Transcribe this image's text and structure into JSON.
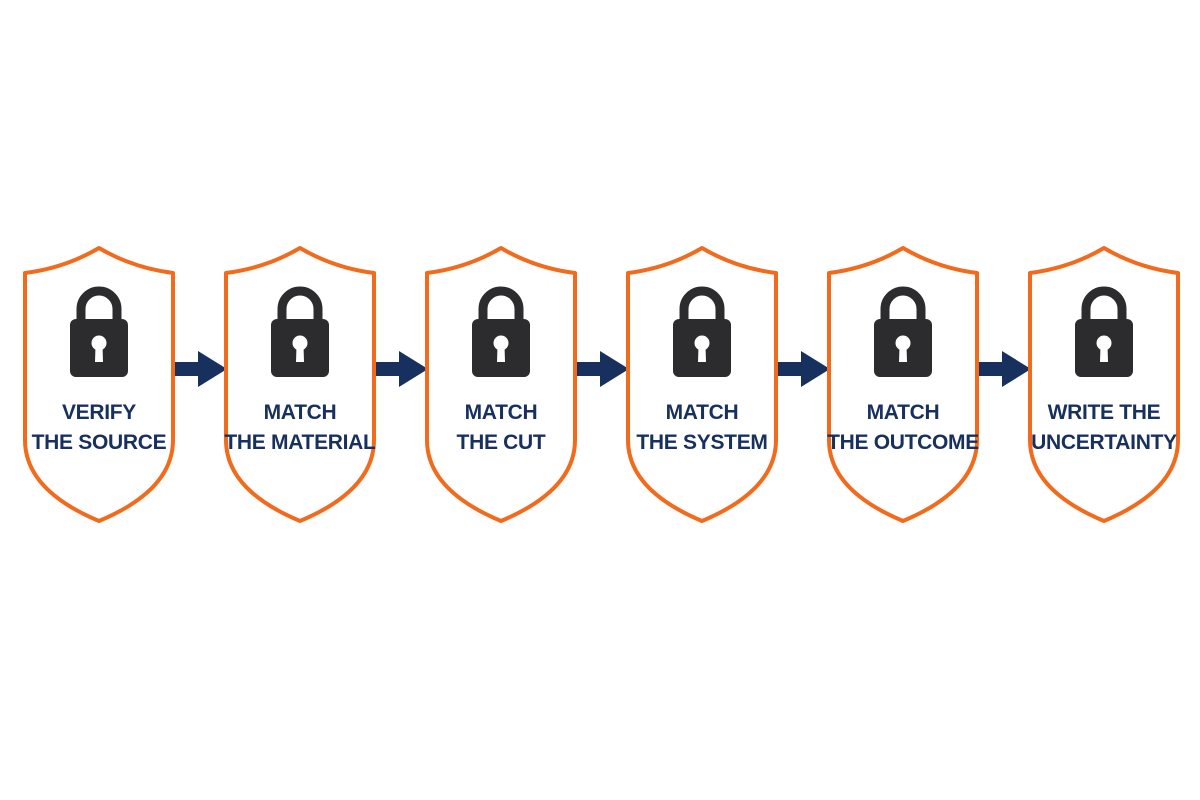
{
  "colors": {
    "shield_stroke": "#f26a1b",
    "shield_fill": "#ffffff",
    "lock": "#2c2c2e",
    "keyhole": "#ffffff",
    "arrow": "#17305e",
    "label": "#17305e"
  },
  "icons": {
    "shield": "shield-icon",
    "lock": "padlock-icon",
    "arrow": "arrow-right-icon"
  },
  "steps": [
    {
      "line1": "VERIFY",
      "line2": "THE SOURCE"
    },
    {
      "line1": "MATCH",
      "line2": "THE MATERIAL"
    },
    {
      "line1": "MATCH",
      "line2": "THE CUT"
    },
    {
      "line1": "MATCH",
      "line2": "THE SYSTEM"
    },
    {
      "line1": "MATCH",
      "line2": "THE OUTCOME"
    },
    {
      "line1": "WRITE THE",
      "line2": "UNCERTAINTY"
    }
  ]
}
